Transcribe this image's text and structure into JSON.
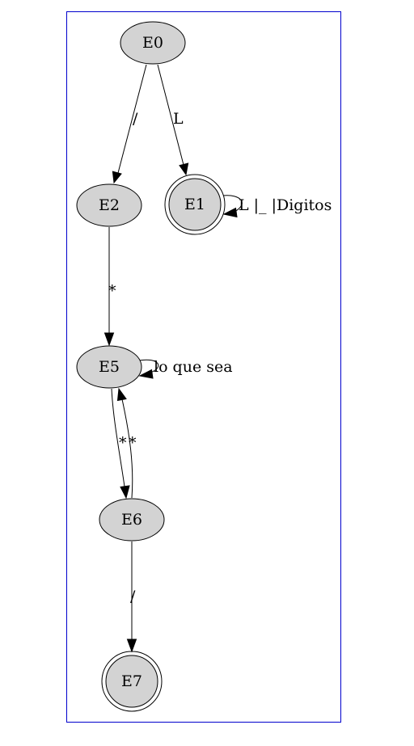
{
  "diagram": {
    "type": "state-machine",
    "cluster_color": "#0000cd",
    "node_fill": "#d3d3d3",
    "states": [
      {
        "id": "E0",
        "label": "E0",
        "accepting": false
      },
      {
        "id": "E1",
        "label": "E1",
        "accepting": true
      },
      {
        "id": "E2",
        "label": "E2",
        "accepting": false
      },
      {
        "id": "E5",
        "label": "E5",
        "accepting": false
      },
      {
        "id": "E6",
        "label": "E6",
        "accepting": false
      },
      {
        "id": "E7",
        "label": "E7",
        "accepting": true
      }
    ],
    "transitions": [
      {
        "from": "E0",
        "to": "E2",
        "label": "/"
      },
      {
        "from": "E0",
        "to": "E1",
        "label": "L"
      },
      {
        "from": "E1",
        "to": "E1",
        "label": "L |_ |Digitos"
      },
      {
        "from": "E2",
        "to": "E5",
        "label": "*"
      },
      {
        "from": "E5",
        "to": "E5",
        "label": "lo que sea"
      },
      {
        "from": "E5",
        "to": "E6",
        "label": "*"
      },
      {
        "from": "E6",
        "to": "E5",
        "label": "*"
      },
      {
        "from": "E6",
        "to": "E7",
        "label": "/"
      }
    ]
  }
}
